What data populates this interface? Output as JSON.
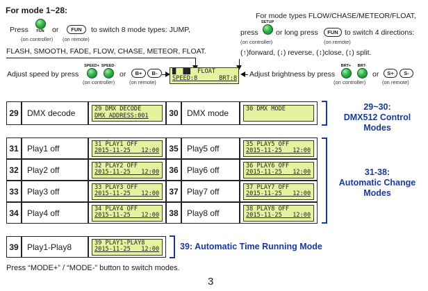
{
  "top": {
    "heading": "For mode 1~28:",
    "press": "Press",
    "or": "or",
    "switch_text": "to switch 8 mode types: JUMP,",
    "fun_btn_label": "FUN",
    "fun_remote": "FUN",
    "on_controller": "(on controller)",
    "on_remote": "(on remote)",
    "modes_line": "FLASH, SMOOTH, FADE, FLOW, CHASE, METEOR, FLOAT.",
    "right_line1": "For mode types FLOW/CHASE/METEOR/FLOAT,",
    "right_press": "press",
    "right_or": "or long press",
    "right_switch": "to switch 4 directions:",
    "setup_label": "SETUP",
    "directions": "(↑)forward, (↓) reverse, (↕)close, (↕) split."
  },
  "speed": {
    "text": "Adjust speed by press",
    "or": "or",
    "plus_label": "SPEED+",
    "minus_label": "SPEED-",
    "remote_plus": "B+",
    "remote_minus": "B-",
    "on_controller": "(on controller)",
    "on_remote": "(on remote)"
  },
  "bright": {
    "text": "Adjust brightness by press",
    "or": "or",
    "plus_label": "BRT+",
    "minus_label": "BRT-",
    "remote_plus": "S+",
    "remote_minus": "S-",
    "on_controller": "(on controller)",
    "on_remote": "(on remote)"
  },
  "center_lcd": {
    "line1": "█  ██  FLOAT      ↓",
    "line2": "SPEED:8      BRT:8"
  },
  "dmx_rows": [
    {
      "num": "29",
      "label": "DMX decode",
      "lcd1": "29 DMX DECODE",
      "lcd2": "DMX ADDRESS:001"
    },
    {
      "num": "30",
      "label": "DMX mode",
      "lcd1": "30 DMX MODE",
      "lcd2": ""
    }
  ],
  "dmx_caption": {
    "line1": "29~30:",
    "line2": "DMX512 Control",
    "line3": "Modes"
  },
  "play_rows": [
    {
      "num": "31",
      "label": "Play1 off",
      "lcd1": "31 PLAY1 OFF",
      "lcd2": "2015-11-25   12:00"
    },
    {
      "num": "32",
      "label": "Play2 off",
      "lcd1": "32 PLAY2 OFF",
      "lcd2": "2015-11-25   12:00"
    },
    {
      "num": "33",
      "label": "Play3 off",
      "lcd1": "33 PLAY3 OFF",
      "lcd2": "2015-11-25   12:00"
    },
    {
      "num": "34",
      "label": "Play4 off",
      "lcd1": "34 PLAY4 OFF",
      "lcd2": "2015-11-25   12:00"
    },
    {
      "num": "35",
      "label": "Play5 off",
      "lcd1": "35 PLAY5 OFF",
      "lcd2": "2015-11-25   12:00"
    },
    {
      "num": "36",
      "label": "Play6 off",
      "lcd1": "36 PLAY6 OFF",
      "lcd2": "2015-11-25   12:00"
    },
    {
      "num": "37",
      "label": "Play7 off",
      "lcd1": "37 PLAY7 OFF",
      "lcd2": "2015-11-25   12:00"
    },
    {
      "num": "38",
      "label": "Play8 off",
      "lcd1": "38 PLAY8 OFF",
      "lcd2": "2015-11-25   12:00"
    }
  ],
  "play_caption": {
    "line1": "31-38:",
    "line2": "Automatic Change",
    "line3": "Modes"
  },
  "auto_row": {
    "num": "39",
    "label": "Play1-Play8",
    "lcd1": "39 PLAY1-PLAY8",
    "lcd2": "2015-11-25   12:00"
  },
  "auto_caption": "39: Automatic Time Running Mode",
  "footer": {
    "note": "Press “MODE+” / “MODE-” button to switch modes.",
    "page_number": "3"
  },
  "colors": {
    "accent_blue": "#1a3a9a",
    "lcd_green": "#e5f2a0",
    "button_green": "#35b24a"
  }
}
